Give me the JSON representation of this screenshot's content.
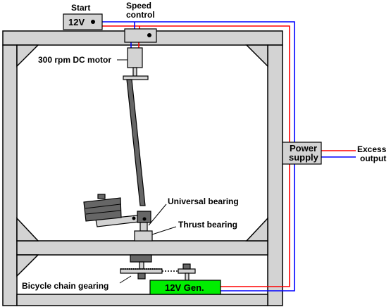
{
  "labels": {
    "start": "Start",
    "speed_control_line1": "Speed",
    "speed_control_line2": "control",
    "motor": "300 rpm DC motor",
    "universal_bearing": "Universal bearing",
    "thrust_bearing": "Thrust bearing",
    "bicycle_chain_gearing": "Bicycle chain gearing",
    "excess_output_line1": "Excess",
    "excess_output_line2": "output"
  },
  "boxes": {
    "battery": "12V",
    "power_supply_line1": "Power",
    "power_supply_line2": "supply",
    "generator": "12V Gen."
  },
  "colors": {
    "frame": "#d3d3d3",
    "generator": "#00ee00",
    "wire_positive": "#ff0000",
    "wire_negative": "#0000ff"
  }
}
